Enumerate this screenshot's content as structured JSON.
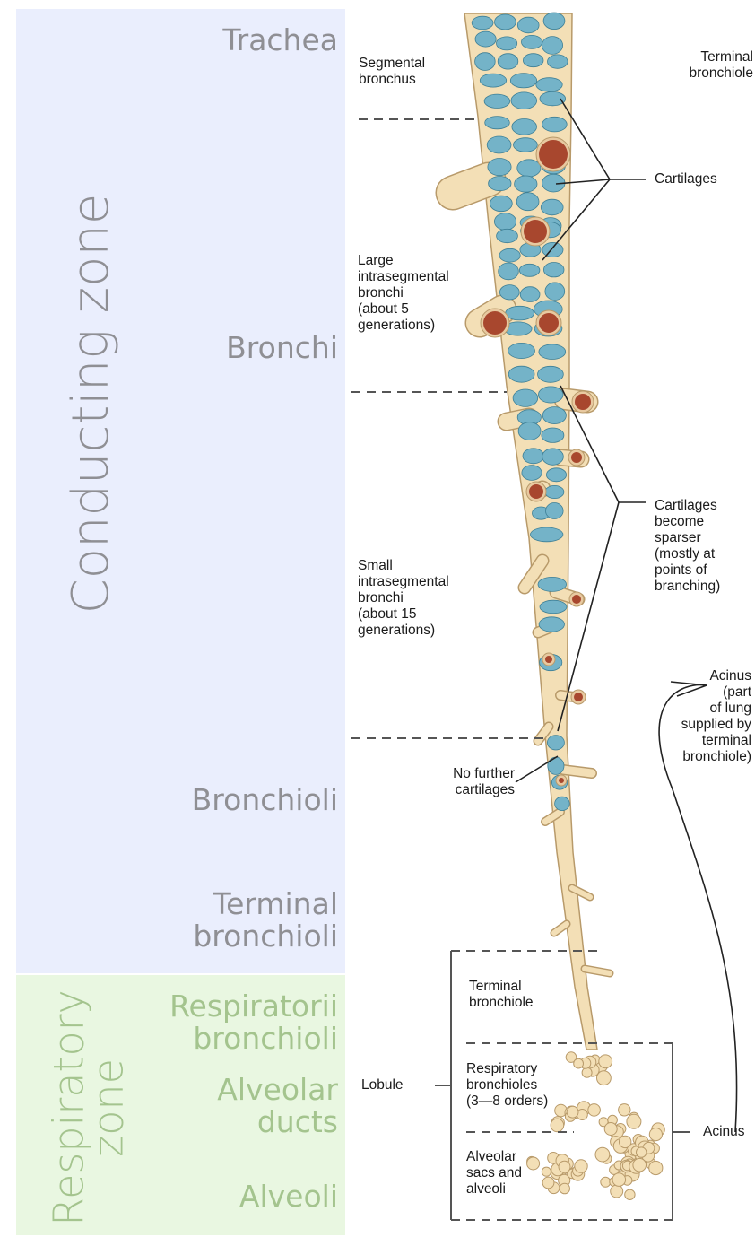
{
  "zones": {
    "conducting": "Conducting zone",
    "respiratory": "Respiratory zone",
    "conducting_color": "#eaeefd",
    "respiratory_color": "#e9f7e1",
    "conducting_text_color": "#8f8f94",
    "respiratory_text_color": "#a4c48e"
  },
  "levels": {
    "trachea": "Trachea",
    "bronchi": "Bronchi",
    "bronchioli": "Bronchioli",
    "terminal_bronchioli": "Terminal\nbronchioli",
    "respiratorii_bronchioli": "Respiratorii\nbronchioli",
    "alveolar_ducts": "Alveolar\nducts",
    "alveoli": "Alveoli"
  },
  "annotations": {
    "segmental_bronchus": "Segmental\nbronchus",
    "terminal_bronchiole_top": "Terminal\nbronchiole",
    "cartilages": "Cartilages",
    "large_intrasegmental": "Large\nintrasegmental\nbronchi\n(about 5\ngenerations)",
    "cartilages_sparser": "Cartilages\nbecome\nsparser\n(mostly at\npoints of\nbranching)",
    "small_intrasegmental": "Small\nintrasegmental\nbronchi\n(about 15\ngenerations)",
    "acinus_def": "Acinus\n(part\nof lung\nsupplied by\nterminal\nbronchiole)",
    "no_further_cartilages": "No further\ncartilages",
    "terminal_bronchiole_box": "Terminal\nbronchiole",
    "respiratory_bronchioles": "Respiratory\nbronchioles\n(3—8 orders)",
    "alveolar_sacs": "Alveolar\nsacs and\nalveoli",
    "lobule": "Lobule",
    "acinus": "Acinus"
  },
  "colors": {
    "airway_fill": "#f3dfb6",
    "airway_outline": "#b89a6a",
    "cartilage": "#74b3c8",
    "cartilage_outline": "#3d7f96",
    "lumen": "#a8472e"
  }
}
